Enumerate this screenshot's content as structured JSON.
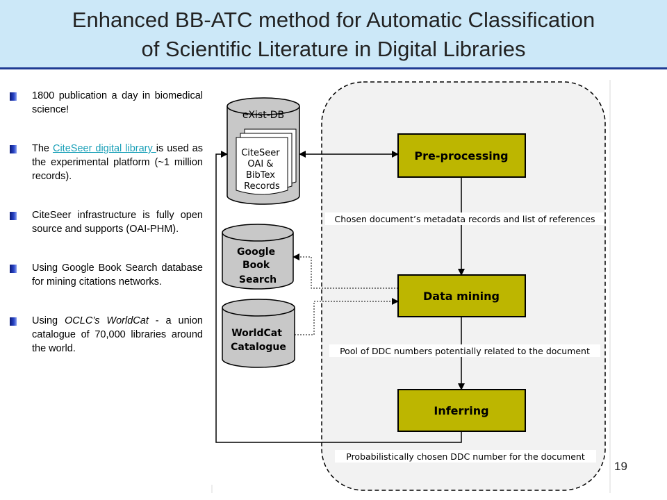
{
  "title": {
    "line1": "Enhanced BB-ATC method for Automatic Classification",
    "line2": "of  Scientific Literature in Digital Libraries"
  },
  "bullets": [
    {
      "text": "1800 publication a day in biomedical science!"
    },
    {
      "pre": "The ",
      "link": "CiteSeer digital library ",
      "post": "is used as the experimental platform (~1 million records)."
    },
    {
      "text": "CiteSeer infrastructure is fully open source and supports (OAI-PHM)."
    },
    {
      "text": "Using Google Book Search database for mining citations networks."
    },
    {
      "pre": "Using ",
      "italic": "OCLC’s WorldCat",
      "post": " - a union catalogue of 70,000 libraries around the world."
    }
  ],
  "diagram": {
    "existdb": "eXist-DB",
    "records": [
      "CiteSeer",
      "OAI &",
      "BibTex",
      "Records"
    ],
    "google": [
      "Google",
      "Book",
      "Search"
    ],
    "worldcat": [
      "WorldCat",
      "Catalogue"
    ],
    "steps": [
      "Pre-processing",
      "Data mining",
      "Inferring"
    ],
    "edge_labels": [
      "Chosen document’s metadata records and list of references",
      "Pool of DDC numbers potentially related to the document",
      "Probabilistically chosen DDC number for the document"
    ]
  },
  "colors": {
    "title_bg": "#cce8f8",
    "title_border": "#1f3b93",
    "step_fill": "#bdb600",
    "cylinder_fill": "#c8c8c8",
    "link": "#1aa0b8"
  },
  "slide_number": "19"
}
